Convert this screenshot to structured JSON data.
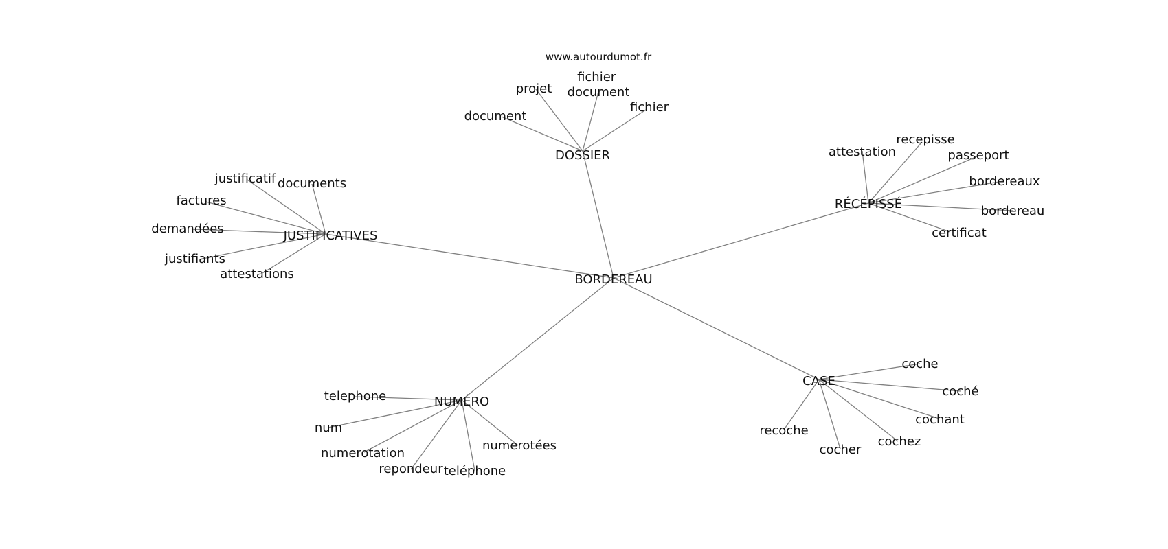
{
  "source": "www.autourdumot.fr",
  "center": "BORDEREAU",
  "clusters": [
    {
      "hub": "DOSSIER",
      "leaves": [
        "document",
        "projet",
        "fichier document",
        "fichier"
      ]
    },
    {
      "hub": "RÉCÉPISSÉ",
      "leaves": [
        "attestation",
        "recepisse",
        "passeport",
        "bordereaux",
        "bordereau",
        "certificat"
      ]
    },
    {
      "hub": "JUSTIFICATIVES",
      "leaves": [
        "justificatif",
        "documents",
        "factures",
        "demandées",
        "justifiants",
        "attestations"
      ]
    },
    {
      "hub": "NUMÉRO",
      "leaves": [
        "telephone",
        "num",
        "numerotation",
        "repondeur",
        "teléphone",
        "numerotées"
      ]
    },
    {
      "hub": "CASE",
      "leaves": [
        "coche",
        "coché",
        "cochant",
        "cochez",
        "cocher",
        "recoche"
      ]
    }
  ]
}
